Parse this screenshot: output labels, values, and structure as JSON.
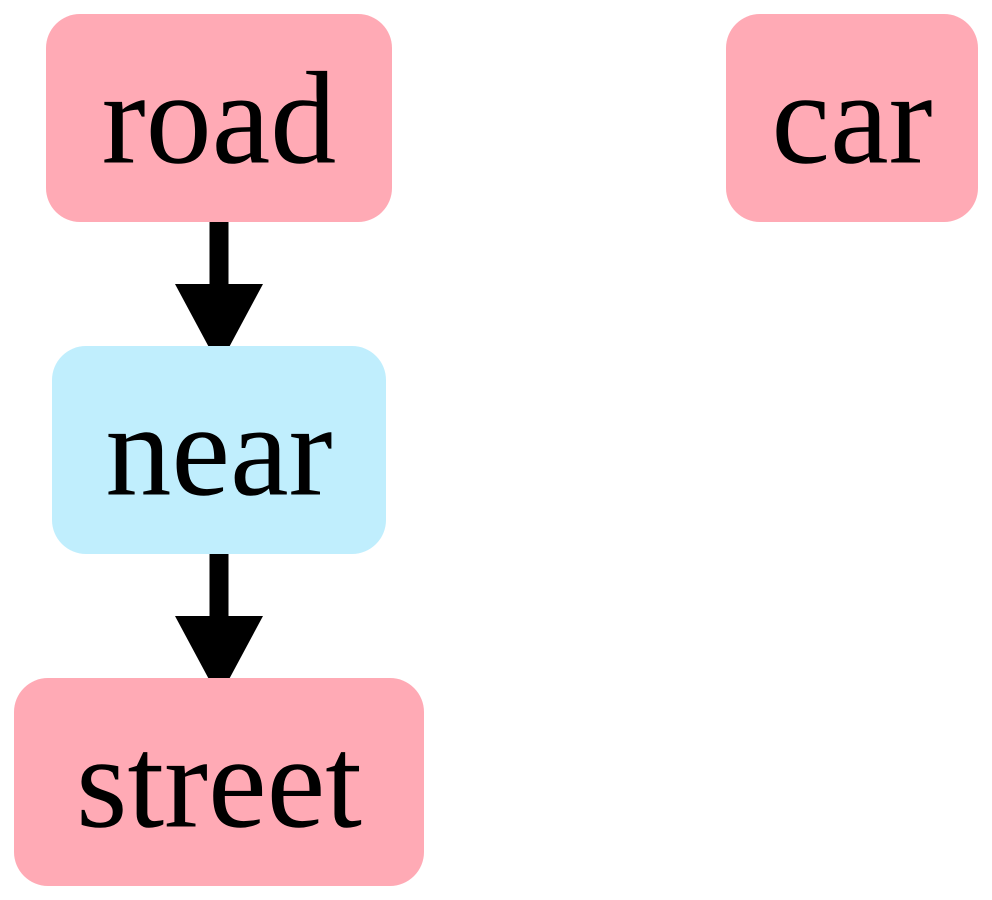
{
  "graph": {
    "nodes": [
      {
        "id": "road",
        "label": "road",
        "kind": "entity",
        "color": "#ffaab5"
      },
      {
        "id": "near",
        "label": "near",
        "kind": "relation",
        "color": "#c0eefd"
      },
      {
        "id": "street",
        "label": "street",
        "kind": "entity",
        "color": "#ffaab5"
      },
      {
        "id": "car",
        "label": "car",
        "kind": "entity",
        "color": "#ffaab5"
      }
    ],
    "edges": [
      {
        "from": "road",
        "to": "near"
      },
      {
        "from": "near",
        "to": "street"
      }
    ]
  },
  "colors": {
    "entity": "#ffaab5",
    "relation": "#c0eefd",
    "edge": "#000000"
  }
}
